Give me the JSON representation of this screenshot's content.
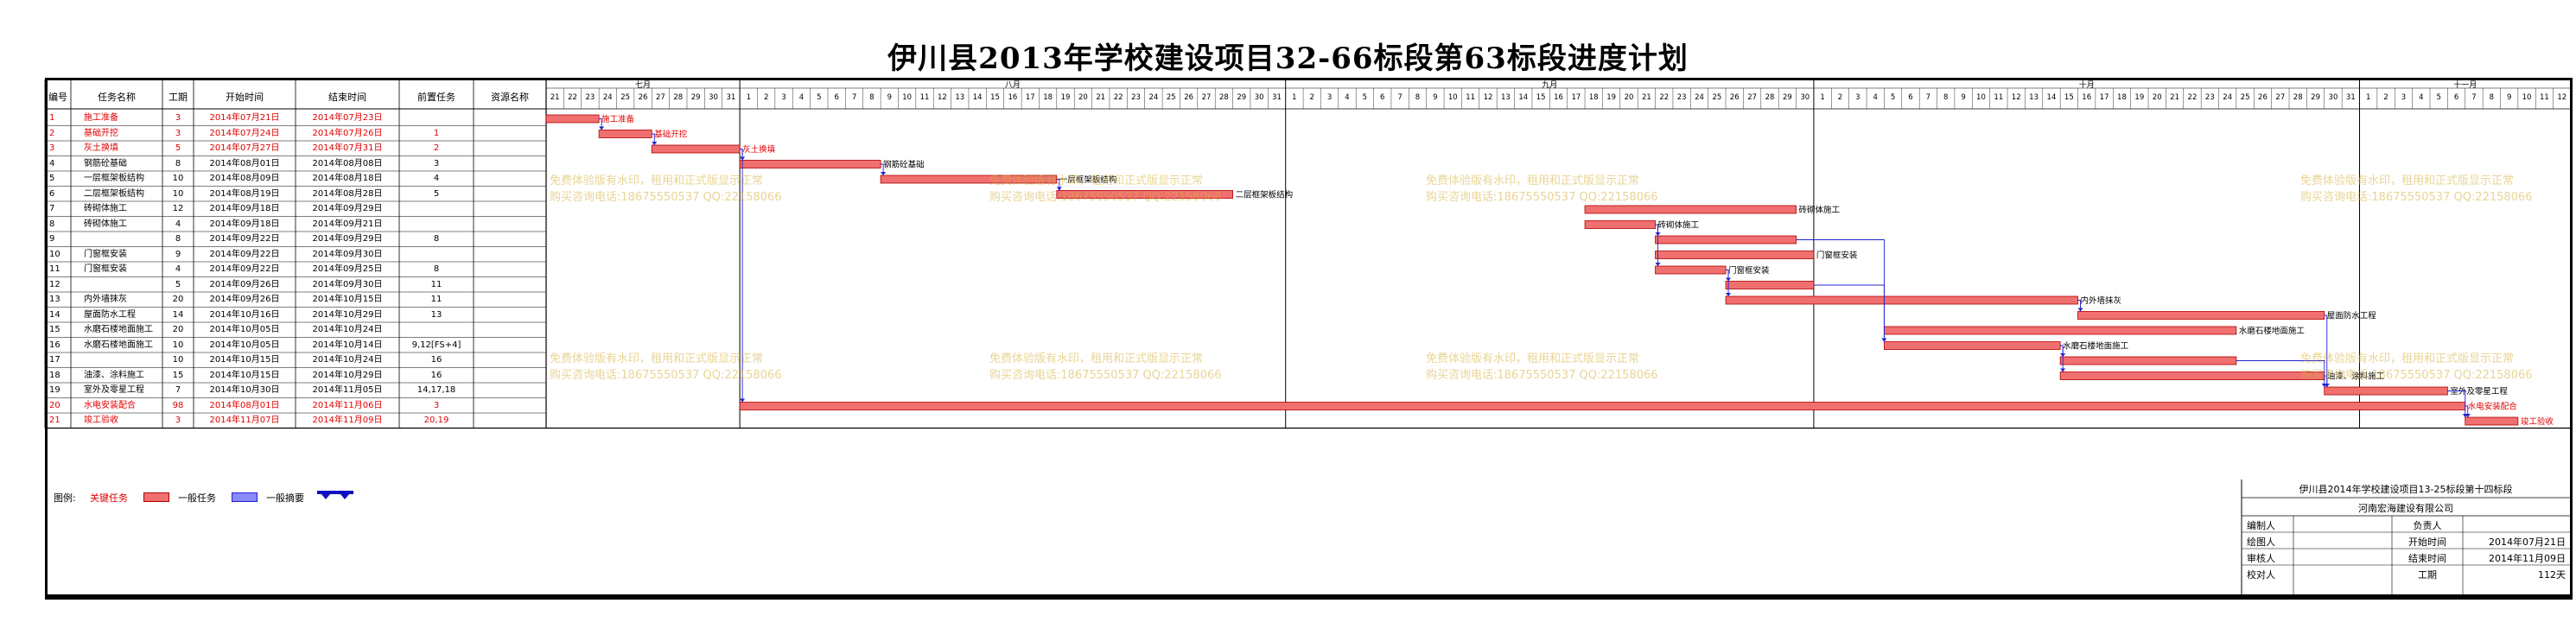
{
  "title": "伊川县2013年学校建设项目32-66标段第63标段进度计划",
  "headers": {
    "id": "编号",
    "name": "任务名称",
    "duration": "工期",
    "start": "开始时间",
    "end": "结束时间",
    "pred": "前置任务",
    "resource": "资源名称"
  },
  "months": [
    {
      "label": "七月",
      "days": [
        "21",
        "22",
        "23",
        "24",
        "25",
        "26",
        "27",
        "28",
        "29",
        "30",
        "31"
      ]
    },
    {
      "label": "八月",
      "days": [
        "1",
        "2",
        "3",
        "4",
        "5",
        "6",
        "7",
        "8",
        "9",
        "10",
        "11",
        "12",
        "13",
        "14",
        "15",
        "16",
        "17",
        "18",
        "19",
        "20",
        "21",
        "22",
        "23",
        "24",
        "25",
        "26",
        "27",
        "28",
        "29",
        "30",
        "31"
      ]
    },
    {
      "label": "九月",
      "days": [
        "1",
        "2",
        "3",
        "4",
        "5",
        "6",
        "7",
        "8",
        "9",
        "10",
        "11",
        "12",
        "13",
        "14",
        "15",
        "16",
        "17",
        "18",
        "19",
        "20",
        "21",
        "22",
        "23",
        "24",
        "25",
        "26",
        "27",
        "28",
        "29",
        "30"
      ]
    },
    {
      "label": "十月",
      "days": [
        "1",
        "2",
        "3",
        "4",
        "5",
        "6",
        "7",
        "8",
        "9",
        "10",
        "11",
        "12",
        "13",
        "14",
        "15",
        "16",
        "17",
        "18",
        "19",
        "20",
        "21",
        "22",
        "23",
        "24",
        "25",
        "26",
        "27",
        "28",
        "29",
        "30",
        "31"
      ]
    },
    {
      "label": "十一月",
      "days": [
        "1",
        "2",
        "3",
        "4",
        "5",
        "6",
        "7",
        "8",
        "9",
        "10",
        "11",
        "12"
      ]
    }
  ],
  "tasks": [
    {
      "id": "1",
      "name": "施工准备",
      "duration": "3",
      "start": "2014年07月21日",
      "end": "2014年07月23日",
      "pred": "",
      "critical": true,
      "s": "2014-07-21",
      "e": "2014-07-23",
      "label": "施工准备"
    },
    {
      "id": "2",
      "name": "基础开挖",
      "duration": "3",
      "start": "2014年07月24日",
      "end": "2014年07月26日",
      "pred": "1",
      "critical": true,
      "s": "2014-07-24",
      "e": "2014-07-26",
      "label": "基础开挖"
    },
    {
      "id": "3",
      "name": "灰土换填",
      "duration": "5",
      "start": "2014年07月27日",
      "end": "2014年07月31日",
      "pred": "2",
      "critical": true,
      "s": "2014-07-27",
      "e": "2014-07-31",
      "label": "灰土换填"
    },
    {
      "id": "4",
      "name": "钢筋砼基础",
      "duration": "8",
      "start": "2014年08月01日",
      "end": "2014年08月08日",
      "pred": "3",
      "critical": false,
      "s": "2014-08-01",
      "e": "2014-08-08",
      "label": "钢筋砼基础"
    },
    {
      "id": "5",
      "name": "一层框架板结构",
      "duration": "10",
      "start": "2014年08月09日",
      "end": "2014年08月18日",
      "pred": "4",
      "critical": false,
      "s": "2014-08-09",
      "e": "2014-08-18",
      "label": "一层框架板结构"
    },
    {
      "id": "6",
      "name": "二层框架板结构",
      "duration": "10",
      "start": "2014年08月19日",
      "end": "2014年08月28日",
      "pred": "5",
      "critical": false,
      "s": "2014-08-19",
      "e": "2014-08-28",
      "label": "二层框架板结构"
    },
    {
      "id": "7",
      "name": "砖砌体施工",
      "duration": "12",
      "start": "2014年09月18日",
      "end": "2014年09月29日",
      "pred": "",
      "critical": false,
      "s": "2014-09-18",
      "e": "2014-09-29",
      "label": "砖砌体施工"
    },
    {
      "id": "8",
      "name": "砖砌体施工",
      "duration": "4",
      "start": "2014年09月18日",
      "end": "2014年09月21日",
      "pred": "",
      "critical": false,
      "s": "2014-09-18",
      "e": "2014-09-21",
      "label": "砖砌体施工"
    },
    {
      "id": "9",
      "name": "",
      "duration": "8",
      "start": "2014年09月22日",
      "end": "2014年09月29日",
      "pred": "8",
      "critical": false,
      "s": "2014-09-22",
      "e": "2014-09-29",
      "label": ""
    },
    {
      "id": "10",
      "name": "门窗框安装",
      "duration": "9",
      "start": "2014年09月22日",
      "end": "2014年09月30日",
      "pred": "",
      "critical": false,
      "s": "2014-09-22",
      "e": "2014-09-30",
      "label": "门窗框安装"
    },
    {
      "id": "11",
      "name": "门窗框安装",
      "duration": "4",
      "start": "2014年09月22日",
      "end": "2014年09月25日",
      "pred": "8",
      "critical": false,
      "s": "2014-09-22",
      "e": "2014-09-25",
      "label": "门窗框安装"
    },
    {
      "id": "12",
      "name": "",
      "duration": "5",
      "start": "2014年09月26日",
      "end": "2014年09月30日",
      "pred": "11",
      "critical": false,
      "s": "2014-09-26",
      "e": "2014-09-30",
      "label": ""
    },
    {
      "id": "13",
      "name": "内外墙抹灰",
      "duration": "20",
      "start": "2014年09月26日",
      "end": "2014年10月15日",
      "pred": "11",
      "critical": false,
      "s": "2014-09-26",
      "e": "2014-10-15",
      "label": "内外墙抹灰"
    },
    {
      "id": "14",
      "name": "屋面防水工程",
      "duration": "14",
      "start": "2014年10月16日",
      "end": "2014年10月29日",
      "pred": "13",
      "critical": false,
      "s": "2014-10-16",
      "e": "2014-10-29",
      "label": "屋面防水工程"
    },
    {
      "id": "15",
      "name": "水磨石楼地面施工",
      "duration": "20",
      "start": "2014年10月05日",
      "end": "2014年10月24日",
      "pred": "",
      "critical": false,
      "s": "2014-10-05",
      "e": "2014-10-24",
      "label": "水磨石楼地面施工"
    },
    {
      "id": "16",
      "name": "水磨石楼地面施工",
      "duration": "10",
      "start": "2014年10月05日",
      "end": "2014年10月14日",
      "pred": "9,12[FS+4]",
      "critical": false,
      "s": "2014-10-05",
      "e": "2014-10-14",
      "label": "水磨石楼地面施工"
    },
    {
      "id": "17",
      "name": "",
      "duration": "10",
      "start": "2014年10月15日",
      "end": "2014年10月24日",
      "pred": "16",
      "critical": false,
      "s": "2014-10-15",
      "e": "2014-10-24",
      "label": ""
    },
    {
      "id": "18",
      "name": "油漆、涂料施工",
      "duration": "15",
      "start": "2014年10月15日",
      "end": "2014年10月29日",
      "pred": "16",
      "critical": false,
      "s": "2014-10-15",
      "e": "2014-10-29",
      "label": "油漆、涂料施工"
    },
    {
      "id": "19",
      "name": "室外及零星工程",
      "duration": "7",
      "start": "2014年10月30日",
      "end": "2014年11月05日",
      "pred": "14,17,18",
      "critical": false,
      "s": "2014-10-30",
      "e": "2014-11-05",
      "label": "室外及零星工程"
    },
    {
      "id": "20",
      "name": "水电安装配合",
      "duration": "98",
      "start": "2014年08月01日",
      "end": "2014年11月06日",
      "pred": "3",
      "critical": true,
      "s": "2014-08-01",
      "e": "2014-11-06",
      "label": "水电安装配合"
    },
    {
      "id": "21",
      "name": "竣工验收",
      "duration": "3",
      "start": "2014年11月07日",
      "end": "2014年11月09日",
      "pred": "20,19",
      "critical": true,
      "s": "2014-11-07",
      "e": "2014-11-09",
      "label": "竣工验收"
    }
  ],
  "watermark": {
    "line1": "免费体验版有水印，租用和正式版显示正常",
    "line2": "购买咨询电话:18675550537 QQ:22158066"
  },
  "legend": {
    "title": "图例:",
    "critical": "关键任务",
    "normal": "一般任务",
    "summary": "一般摘要"
  },
  "colors": {
    "critical_text": "#e00000",
    "bar_fill": "#f07070",
    "bar_border": "#b00000",
    "summary_fill": "#8a8aff",
    "link": "#2020d0"
  },
  "info": {
    "project": "伊川县2014年学校建设项目13-25标段第十四标段",
    "company": "河南宏海建设有限公司",
    "rows": [
      {
        "l1": "编制人",
        "v1": "",
        "l2": "负责人",
        "v2": ""
      },
      {
        "l1": "绘图人",
        "v1": "",
        "l2": "开始时间",
        "v2": "2014年07月21日"
      },
      {
        "l1": "审核人",
        "v1": "",
        "l2": "结束时间",
        "v2": "2014年11月09日"
      },
      {
        "l1": "校对人",
        "v1": "",
        "l2": "工期",
        "v2": "112天"
      }
    ]
  }
}
